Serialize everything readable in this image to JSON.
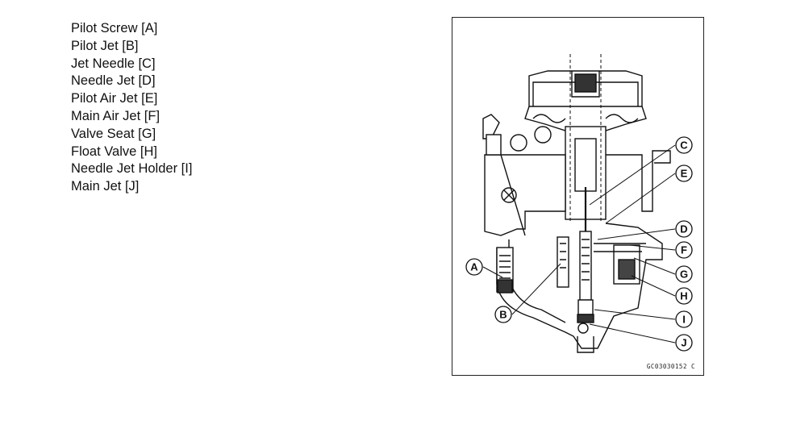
{
  "parts_legend": [
    "Pilot Screw [A]",
    "Pilot Jet [B]",
    "Jet Needle [C]",
    "Needle Jet [D]",
    "Pilot Air Jet [E]",
    "Main Air Jet [F]",
    "Valve Seat [G]",
    "Float Valve [H]",
    "Needle Jet Holder [I]",
    "Main Jet [J]"
  ],
  "callouts": {
    "A": "A",
    "B": "B",
    "C": "C",
    "D": "D",
    "E": "E",
    "F": "F",
    "G": "G",
    "H": "H",
    "I": "I",
    "J": "J"
  },
  "figure_code": "GC03030152 C"
}
